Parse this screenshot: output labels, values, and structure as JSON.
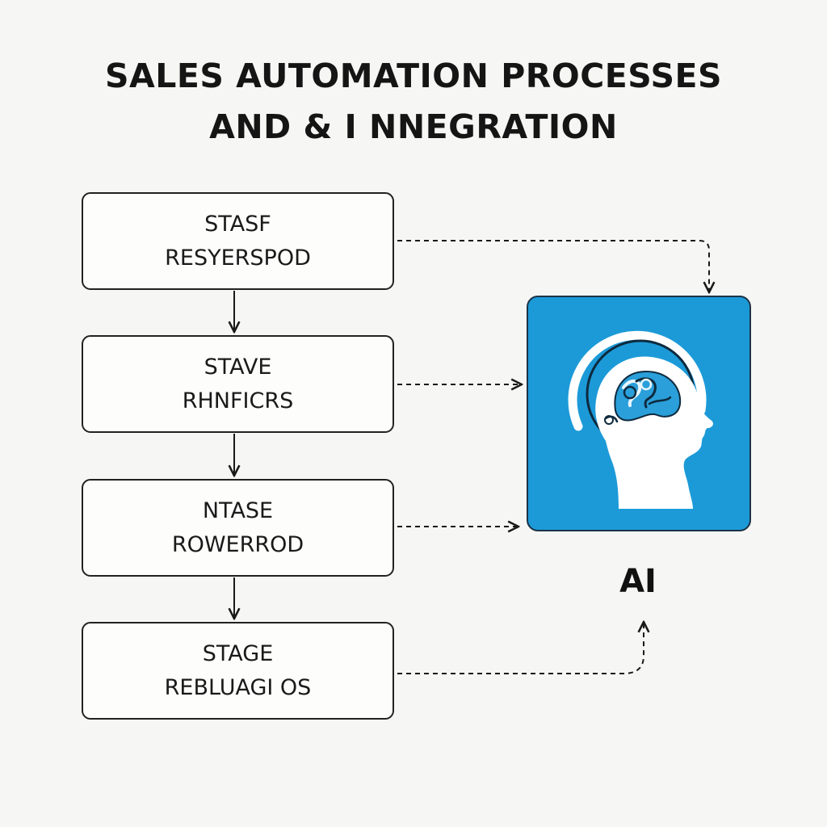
{
  "title": {
    "line1": "SALES AUTOMATION PROCESSES",
    "line2": "AND & I NNEGRATION"
  },
  "stages": [
    {
      "line1": "STASF",
      "line2": "RESYERSPOD"
    },
    {
      "line1": "STAVE",
      "line2": "RHNFICRS"
    },
    {
      "line1": "NTASE",
      "line2": "ROWERROD"
    },
    {
      "line1": "STAGE",
      "line2": "REBLUAGI OS"
    }
  ],
  "ai": {
    "label": "AI",
    "icon": "ai-head-icon",
    "color": "#1c9ad8"
  }
}
